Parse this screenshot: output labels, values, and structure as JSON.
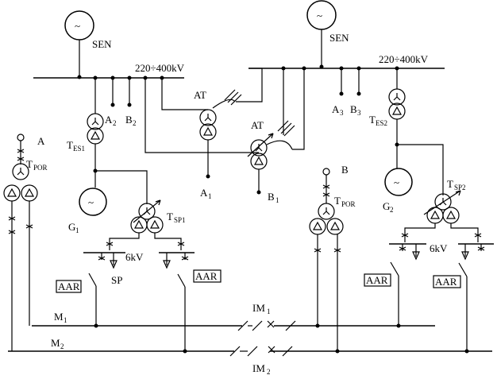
{
  "labels": {
    "sen1": "SEN",
    "sen2": "SEN",
    "bus_left": "220÷400kV",
    "bus_right": "220÷400kV",
    "at1": "AT",
    "at2": "AT",
    "A1": "A",
    "A1s": "1",
    "A2": "A",
    "A2s": "2",
    "A3": "A",
    "A3s": "3",
    "B1": "B",
    "B1s": "1",
    "B2": "B",
    "B2s": "2",
    "B3": "B",
    "B3s": "3",
    "tes1": "T",
    "tes1s": "ES1",
    "tes2": "T",
    "tes2s": "ES2",
    "g1": "G",
    "g1s": "1",
    "g2": "G",
    "g2s": "2",
    "tsp1": "T",
    "tsp1s": "SP1",
    "tsp2": "T",
    "tsp2s": "SP2",
    "a_point": "A",
    "b_point": "B",
    "tpor_a": "T",
    "tpor_as": "POR",
    "tpor_b": "T",
    "tpor_bs": "POR",
    "kv6_left": "6kV",
    "kv6_right": "6kV",
    "sp": "SP",
    "aar": "AAR",
    "m1": "M",
    "m1s": "1",
    "m2": "M",
    "m2s": "2",
    "im1": "IM",
    "im1s": "1",
    "im2": "IM",
    "im2s": "2",
    "gen_symbol": "~"
  }
}
